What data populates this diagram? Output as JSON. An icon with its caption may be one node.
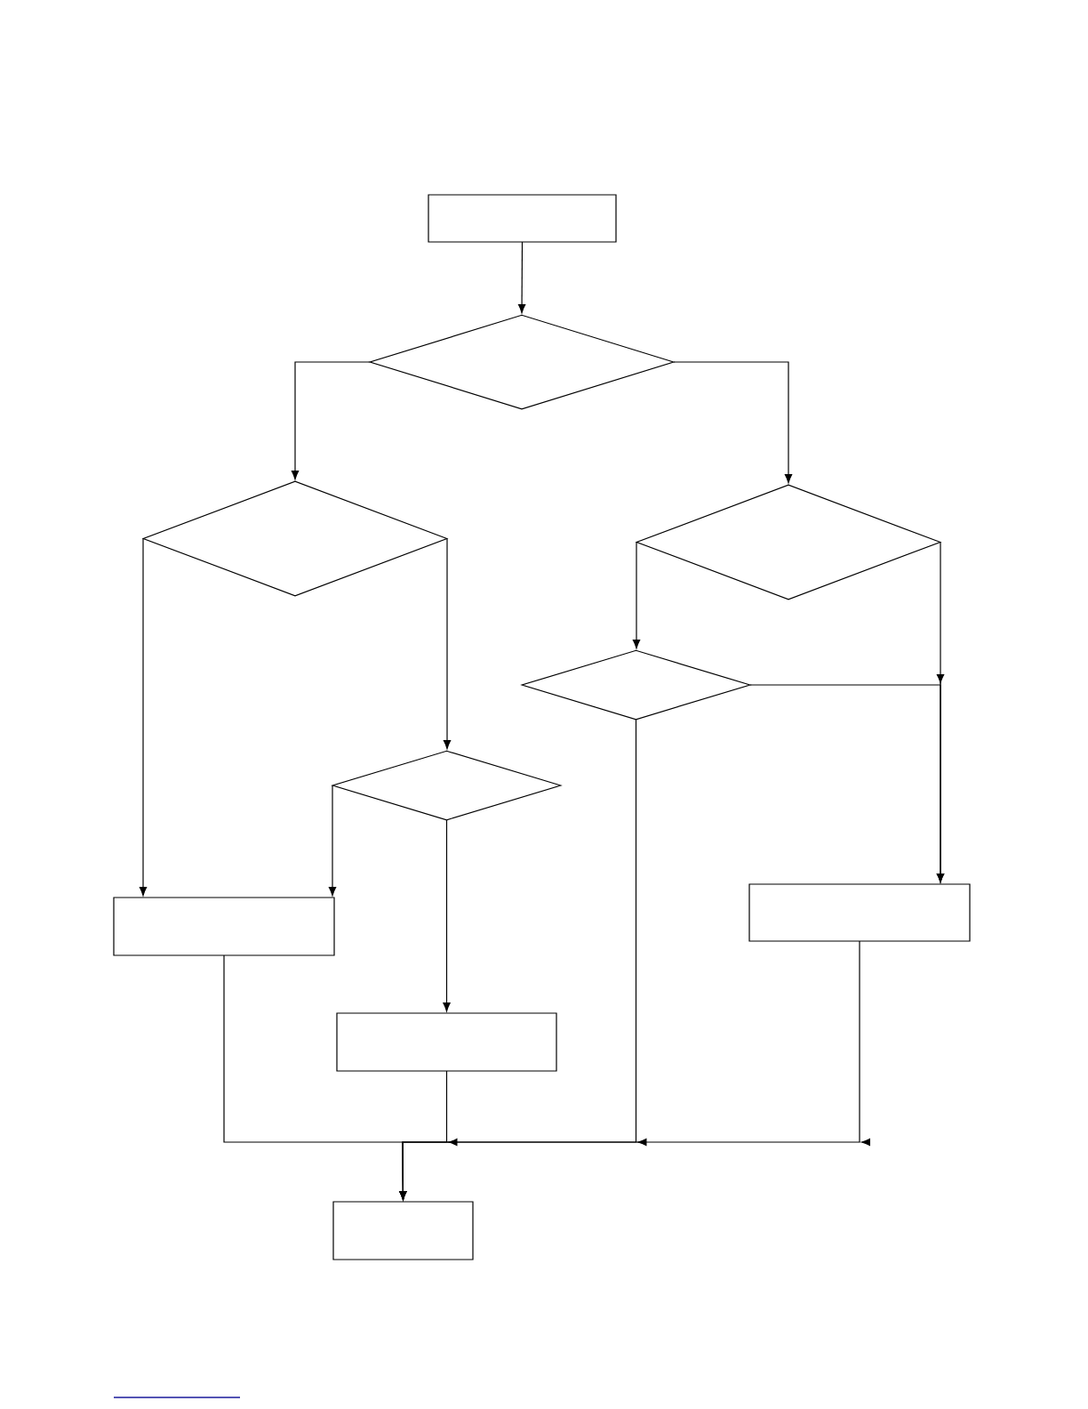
{
  "diagram": {
    "nodes": [
      {
        "text": [],
        "shape": "box"
      },
      {
        "text": [],
        "shape": "diamond"
      },
      {
        "text": [],
        "shape": "diamond"
      },
      {
        "text": [],
        "shape": "diamond"
      },
      {
        "text": [],
        "shape": "diamond"
      },
      {
        "text": [],
        "shape": "diamond"
      },
      {
        "text": [],
        "shape": "box"
      },
      {
        "text": [],
        "shape": "box"
      },
      {
        "text": [],
        "shape": "box"
      },
      {
        "text": [],
        "shape": "box"
      }
    ],
    "edges": [
      {
        "from": 0,
        "to": 1,
        "arrow": "to"
      },
      {
        "from": 1,
        "to": 2,
        "arrow": "to"
      },
      {
        "from": 1,
        "to": 3,
        "arrow": "to"
      },
      {
        "from": 2,
        "to": 7,
        "arrow": "to"
      },
      {
        "from": 2,
        "to": 5,
        "arrow": "to"
      },
      {
        "from": 3,
        "to": 4,
        "arrow": "to"
      },
      {
        "from": 3,
        "to": 6,
        "arrow": "to"
      },
      {
        "from": 4,
        "to": 6,
        "arrow": "to"
      },
      {
        "from": 5,
        "to": 7,
        "arrow": "to"
      },
      {
        "from": 5,
        "to": 8,
        "arrow": "to"
      },
      {
        "from": 7,
        "to": 9,
        "arrow": "to"
      },
      {
        "from": 8,
        "to": 9,
        "arrow": "to"
      },
      {
        "from": 4,
        "to": 9,
        "arrow": "to"
      },
      {
        "from": 6,
        "to": 9,
        "arrow": "to"
      }
    ]
  }
}
